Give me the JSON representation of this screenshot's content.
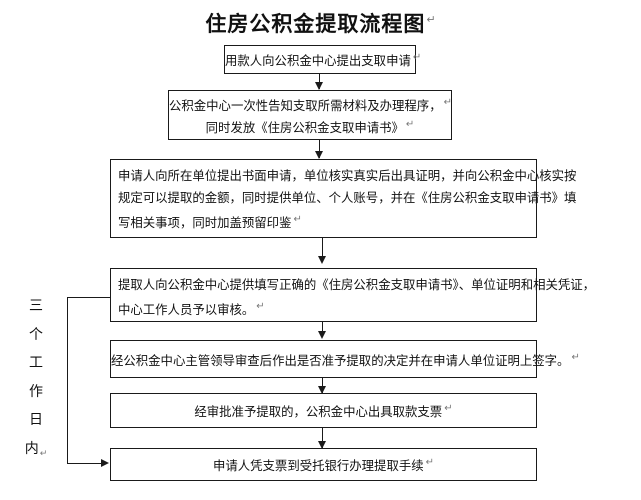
{
  "document": {
    "title": "住房公积金提取流程图",
    "title_return_mark": "↵"
  },
  "side_label": {
    "name": "three-working-days",
    "chars": [
      "三",
      "个",
      "工",
      "作",
      "日",
      "内"
    ],
    "text": "三个工作日内",
    "return_mark": "↵"
  },
  "flow": {
    "nodes": [
      {
        "id": "node-1",
        "name": "apply-to-fund-center",
        "align": "center",
        "lines": [
          "用款人向公积金中心提出支取申请"
        ],
        "return_mark": "↵"
      },
      {
        "id": "node-2",
        "name": "center-informs-materials",
        "align": "center",
        "lines": [
          "公积金中心一次性告知支取所需材料及办理程序，",
          "同时发放《住房公积金支取申请书》"
        ],
        "return_mark": "↵"
      },
      {
        "id": "node-3",
        "name": "written-application-to-employer",
        "align": "left",
        "lines": [
          "申请人向所在单位提出书面申请，单位核实真实后出具证明，并向公积金中心核实按",
          "规定可以提取的金额，同时提供单位、个人账号，并在《住房公积金支取申请书》填",
          "写相关事项，同时加盖预留印鉴"
        ],
        "return_mark": "↵"
      },
      {
        "id": "node-4",
        "name": "submit-documents-for-review",
        "align": "left",
        "lines": [
          "提取人向公积金中心提供填写正确的《住房公积金支取申请书》、单位证明和相关凭证，",
          "中心工作人员予以审核。"
        ],
        "return_mark": "↵"
      },
      {
        "id": "node-5",
        "name": "leader-approval-signature",
        "align": "center",
        "lines": [
          "经公积金中心主管领导审查后作出是否准予提取的决定并在申请人单位证明上签字。"
        ],
        "return_mark": "↵"
      },
      {
        "id": "node-6",
        "name": "issue-withdrawal-check",
        "align": "center",
        "lines": [
          "经审批准予提取的，公积金中心出具取款支票"
        ],
        "return_mark": "↵"
      },
      {
        "id": "node-7",
        "name": "bank-withdrawal-procedure",
        "align": "center",
        "lines": [
          "申请人凭支票到受托银行办理提取手续"
        ],
        "return_mark": "↵"
      }
    ]
  },
  "colors": {
    "line": "#1a1a1a",
    "text": "#111111",
    "background": "#ffffff",
    "return_mark": "#777777"
  }
}
